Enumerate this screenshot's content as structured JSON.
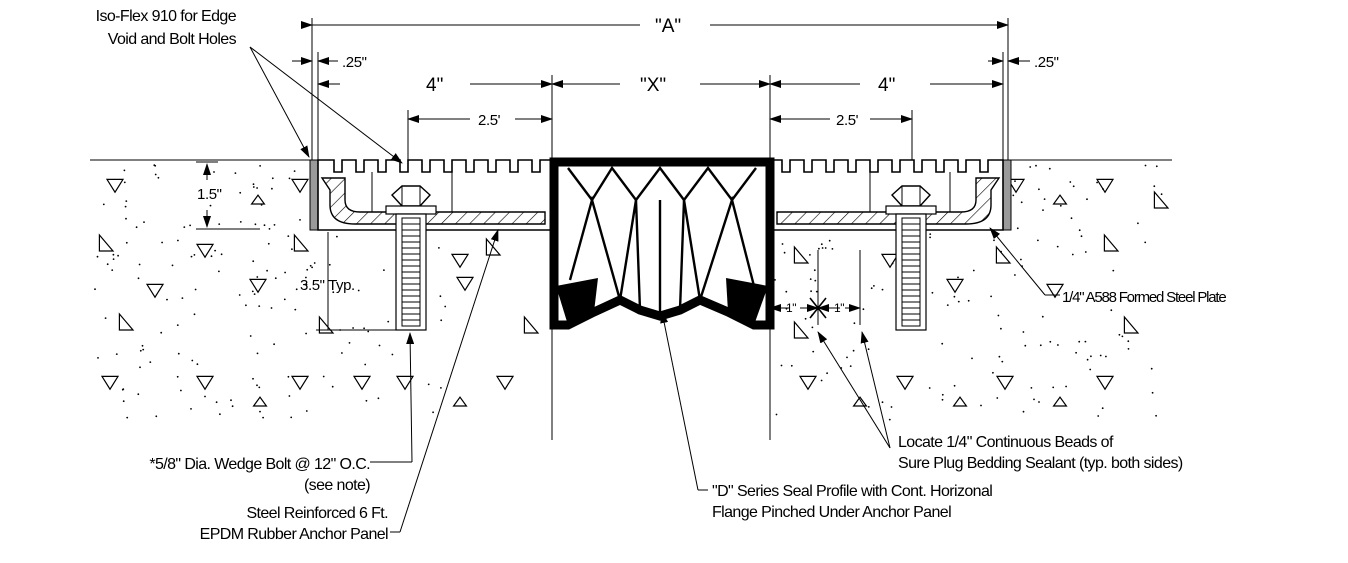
{
  "colors": {
    "ink": "#000000",
    "paper": "#ffffff"
  },
  "dimensions": {
    "overall": "\"A\"",
    "gap": "\"X\"",
    "edge_left": ".25\"",
    "edge_right": ".25\"",
    "panel_left": "4\"",
    "panel_right": "4\"",
    "bolt_left": "2.5'",
    "bolt_right": "2.5'",
    "depth": "1.5\"",
    "embed": "3.5\" Typ.",
    "bead_left": "1\"",
    "bead_right": "1\""
  },
  "callouts": {
    "isoflex_line1": "Iso-Flex 910 for Edge",
    "isoflex_line2": "Void and Bolt Holes",
    "plate": "1/4\" A588 Formed Steel Plate",
    "bolt_line1": "*5/8\" Dia. Wedge Bolt @ 12\" O.C.",
    "bolt_line2": "(see note)",
    "panel_line1": "Steel Reinforced 6 Ft.",
    "panel_line2": "EPDM Rubber Anchor Panel",
    "seal_line1": "\"D\" Series Seal Profile with Cont. Horizonal",
    "seal_line2": "Flange Pinched Under Anchor Panel",
    "sealant_line1": "Locate 1/4\" Continuous Beads of",
    "sealant_line2": "Sure Plug Bedding Sealant (typ. both sides)"
  }
}
